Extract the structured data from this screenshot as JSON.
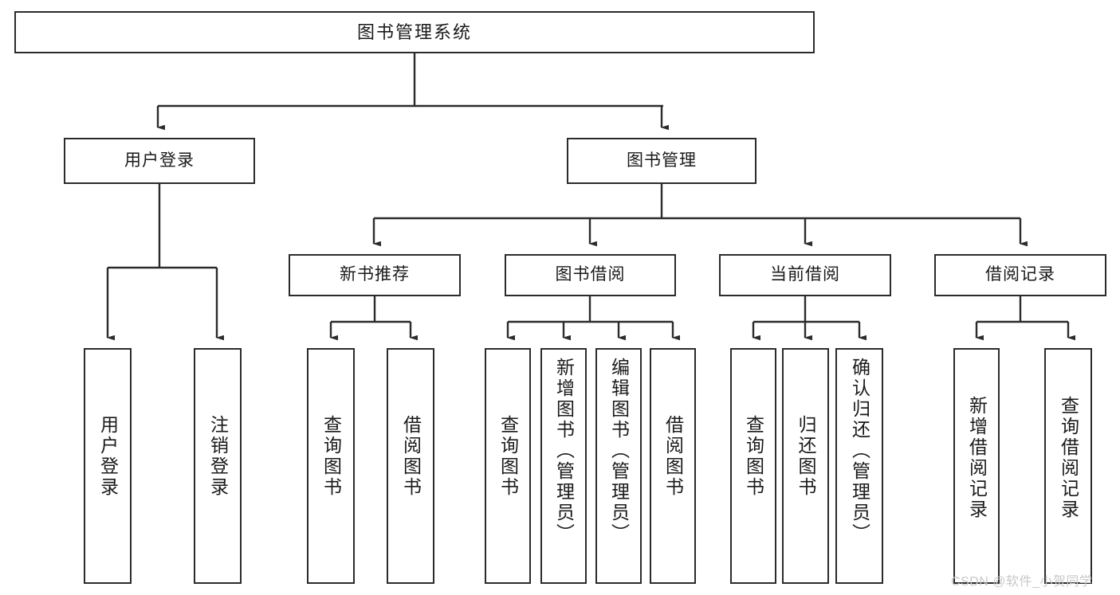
{
  "diagram": {
    "title": "图书管理系统",
    "type": "hierarchy-tree",
    "root": {
      "label": "图书管理系统"
    },
    "level1": [
      {
        "id": "login",
        "label": "用户登录"
      },
      {
        "id": "bookmgmt",
        "label": "图书管理"
      }
    ],
    "level2": [
      {
        "id": "newrec",
        "label": "新书推荐",
        "parent": "bookmgmt"
      },
      {
        "id": "borrow",
        "label": "图书借阅",
        "parent": "bookmgmt"
      },
      {
        "id": "current",
        "label": "当前借阅",
        "parent": "bookmgmt"
      },
      {
        "id": "record",
        "label": "借阅记录",
        "parent": "bookmgmt"
      }
    ],
    "leaves": [
      {
        "id": "user-login",
        "label": "用户登录",
        "parent": "login"
      },
      {
        "id": "user-logout",
        "label": "注销登录",
        "parent": "login"
      },
      {
        "id": "nr-query",
        "label": "查询图书",
        "parent": "newrec"
      },
      {
        "id": "nr-borrow",
        "label": "借阅图书",
        "parent": "newrec"
      },
      {
        "id": "bb-query",
        "label": "查询图书",
        "parent": "borrow"
      },
      {
        "id": "bb-add",
        "label": "新增图书（管理员）",
        "parent": "borrow"
      },
      {
        "id": "bb-edit",
        "label": "编辑图书（管理员）",
        "parent": "borrow"
      },
      {
        "id": "bb-borrow",
        "label": "借阅图书",
        "parent": "borrow"
      },
      {
        "id": "cb-query",
        "label": "查询图书",
        "parent": "current"
      },
      {
        "id": "cb-return",
        "label": "归还图书",
        "parent": "current"
      },
      {
        "id": "cb-confirm",
        "label": "确认归还（管理员）",
        "parent": "current"
      },
      {
        "id": "br-add",
        "label": "新增借阅记录",
        "parent": "record"
      },
      {
        "id": "br-query",
        "label": "查询借阅记录",
        "parent": "record"
      }
    ],
    "colors": {
      "stroke": "#2b2b2b",
      "fill": "#ffffff",
      "text": "#1a1a1a",
      "watermark": "#c8c8c8"
    }
  },
  "watermark": {
    "text": "CSDN @软件_小贺同学"
  }
}
